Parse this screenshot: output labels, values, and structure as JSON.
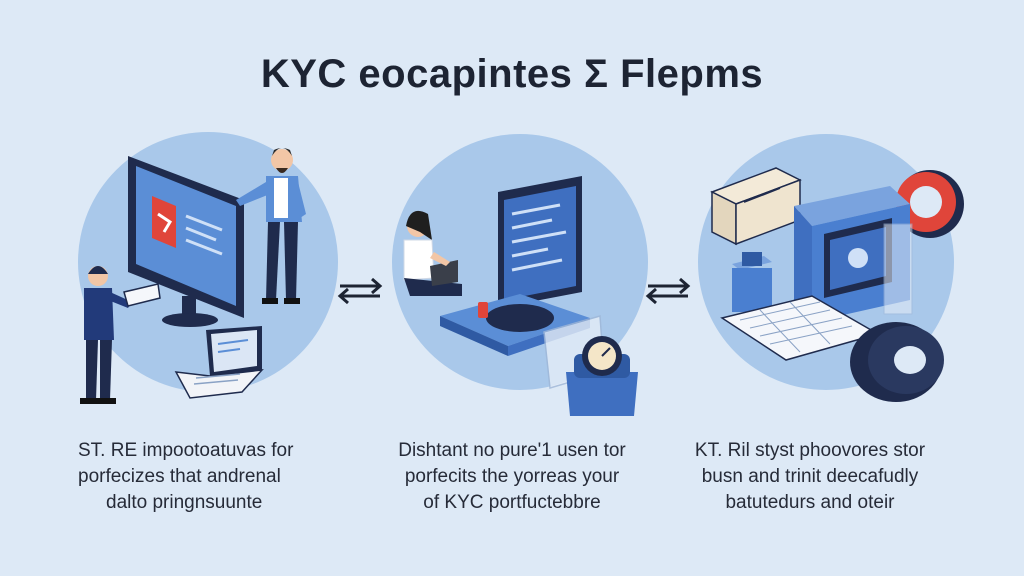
{
  "title": "KYC eocapintes Σ Flepms",
  "panels": [
    {
      "caption_lines": [
        "ST. RE impootoatuvas for",
        "porfecizes that andrenal",
        "dalto pringnsuunte"
      ]
    },
    {
      "caption_lines": [
        "Dishtant no pure⁠'1 usen tor",
        "porfecits the yorreas your",
        "of KYC portfuctebbre"
      ]
    },
    {
      "caption_lines": [
        "KT. Ril styst phoovores stor",
        "busn and trinit deecafudly",
        "batutedurs and oteir"
      ]
    }
  ],
  "arrows": [
    "⇄",
    "⇄"
  ],
  "colors": {
    "background": "#dde9f6",
    "circle": "#a9c8ea",
    "accent_blue": "#4a7fd0",
    "dark_navy": "#1f2b4d",
    "red": "#e0453a"
  }
}
